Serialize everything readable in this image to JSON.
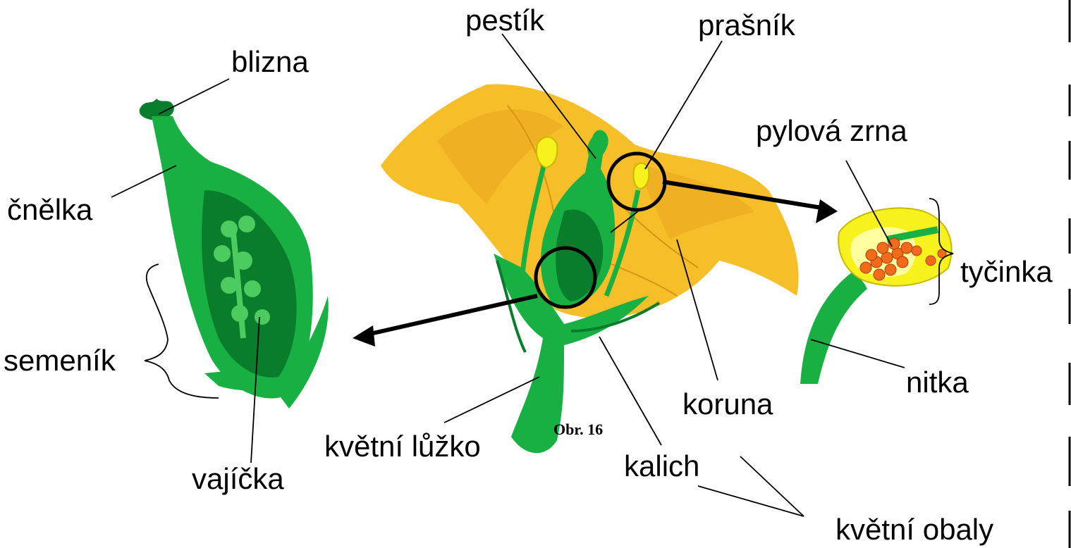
{
  "labels": {
    "pestik": "pestík",
    "prasnik": "prašník",
    "blizna": "blizna",
    "cnelka": "čnělka",
    "pylova_zrna": "pylová zrna",
    "semenik": "semeník",
    "tycinka": "tyčinka",
    "nitka": "nitka",
    "koruna": "koruna",
    "kvetni_luzko": "květní lůžko",
    "kalich": "kalich",
    "vajicka": "vajíčka",
    "kvetni_obaly": "květní obaly"
  },
  "caption": "Obr. 16",
  "colors": {
    "dark_green": "#0a7d2c",
    "green": "#18b043",
    "light_green": "#4ccb5e",
    "petal_yellow": "#f6bf2a",
    "petal_orange": "#e9a51d",
    "anther_yellow": "#f7f21e",
    "pollen_orange": "#f26a1c"
  }
}
